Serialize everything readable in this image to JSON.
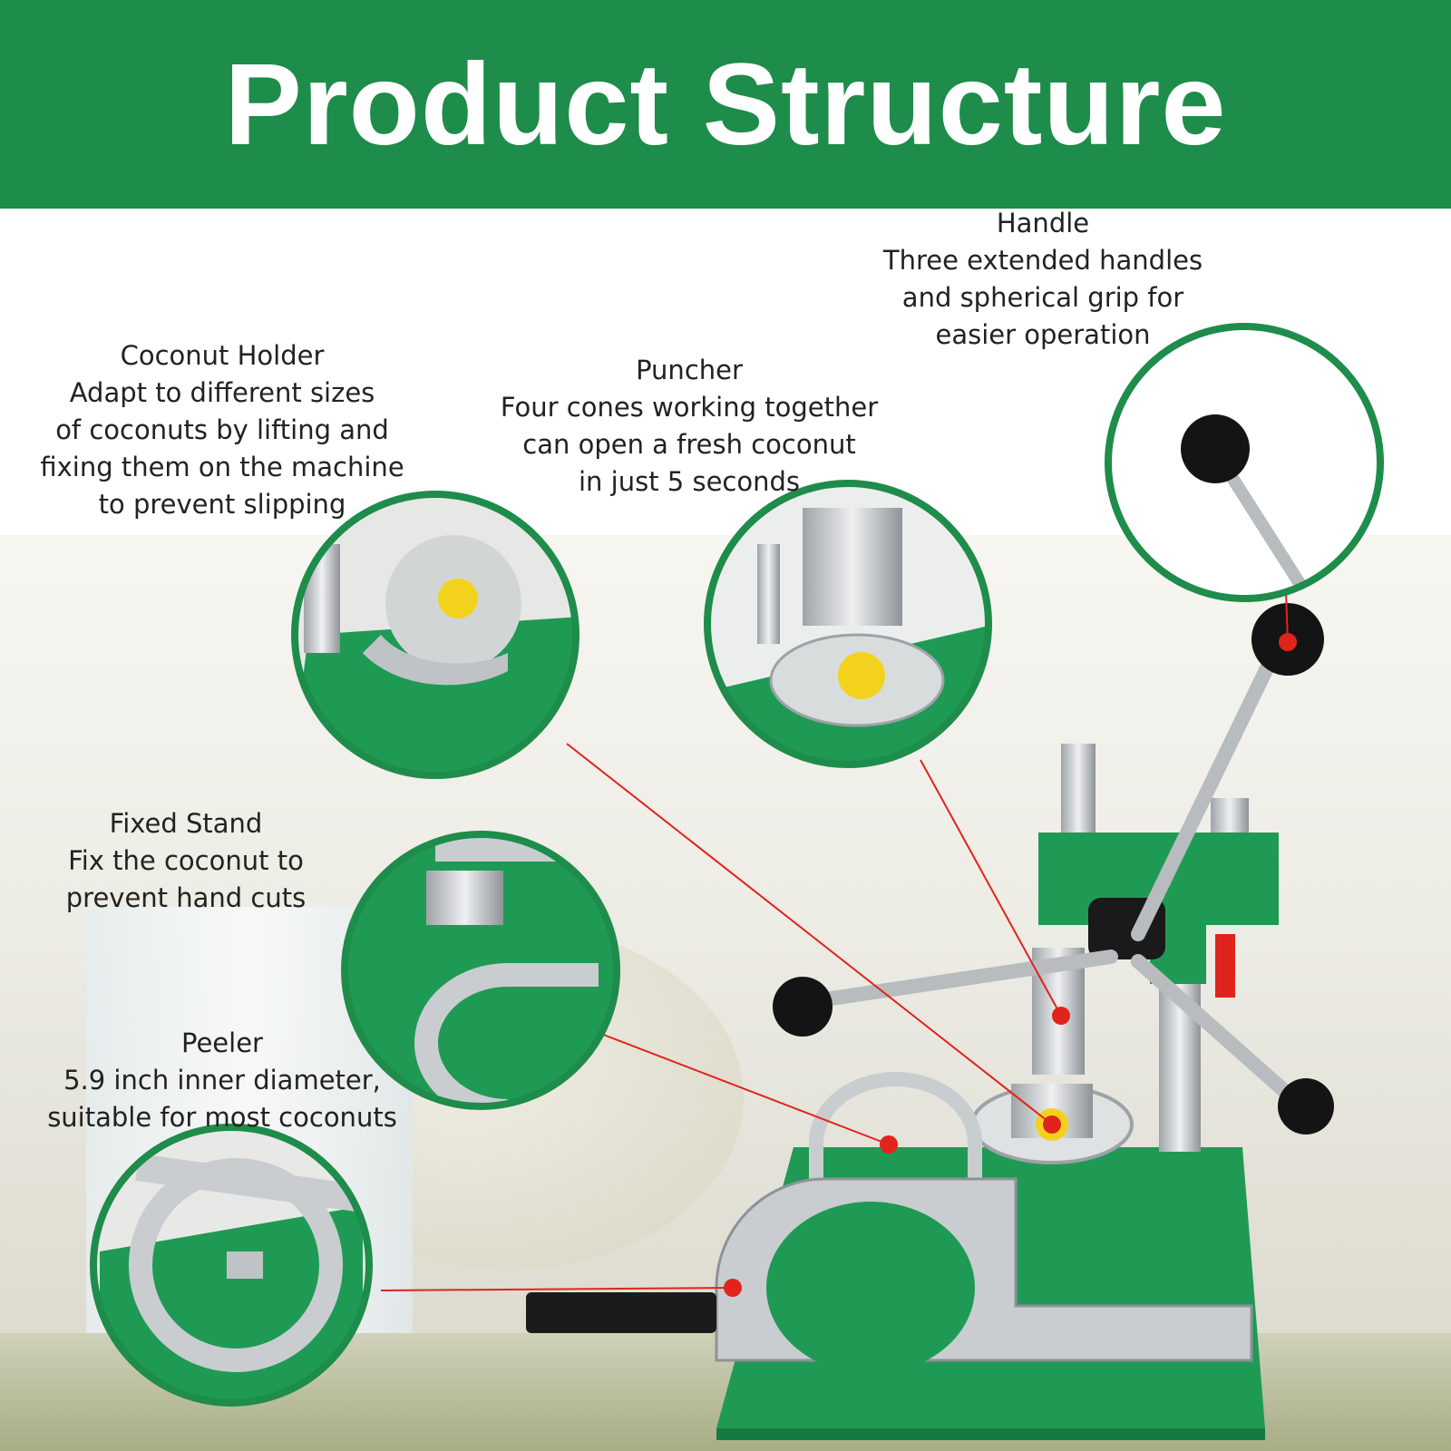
{
  "header": {
    "title": "Product Structure"
  },
  "labels": {
    "handle": {
      "title": "Handle",
      "line1": "Three extended handles",
      "line2": "and spherical grip for",
      "line3": "easier operation"
    },
    "coconut_holder": {
      "title": "Coconut Holder",
      "line1": "Adapt to different sizes",
      "line2": "of coconuts by lifting and",
      "line3": "fixing them on the machine",
      "line4": "to prevent slipping"
    },
    "puncher": {
      "title": "Puncher",
      "line1": "Four cones working together",
      "line2": "can open a fresh coconut",
      "line3": "in just 5 seconds"
    },
    "fixed_stand": {
      "title": "Fixed Stand",
      "line1": "Fix the coconut to",
      "line2": "prevent hand cuts"
    },
    "peeler": {
      "title": "Peeler",
      "line1": "5.9 inch inner diameter,",
      "line2": "suitable for most coconuts"
    }
  },
  "colors": {
    "brand_green": "#1e8c4a",
    "machine_green": "#1f9a55",
    "pointer_red": "#e0241b",
    "steel": "#c9cdd0"
  }
}
